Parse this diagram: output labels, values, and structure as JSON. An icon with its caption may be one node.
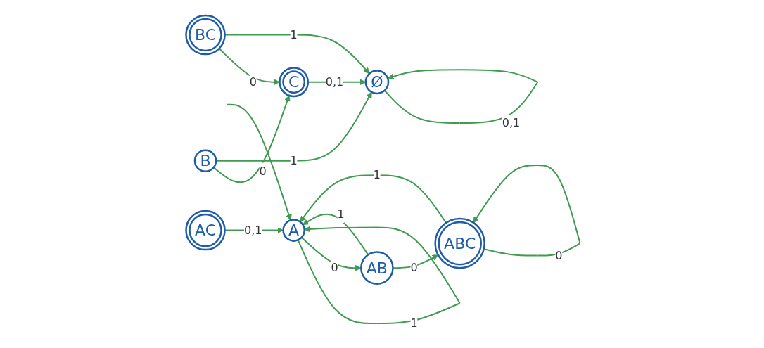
{
  "diagram": {
    "nodes": [
      {
        "text": [
          "A"
        ]
      },
      {
        "text": [
          "AB"
        ]
      },
      {
        "text": [
          "ABC"
        ]
      },
      {
        "text": [
          "AC"
        ]
      },
      {
        "text": [
          "B"
        ]
      },
      {
        "text": [
          "C"
        ]
      },
      {
        "text": [
          "BC"
        ]
      },
      {
        "text": [
          "Ø"
        ]
      }
    ],
    "edges": [
      {
        "from": 0,
        "to": 0,
        "label": "1",
        "arrow": "to"
      },
      {
        "from": 1,
        "to": 0,
        "label": "1",
        "arrow": "to"
      },
      {
        "from": 2,
        "to": 0,
        "label": "1",
        "arrow": "to"
      },
      {
        "from": 0,
        "to": 1,
        "label": "0",
        "arrow": "to"
      },
      {
        "from": 1,
        "to": 2,
        "label": "0",
        "arrow": "to"
      },
      {
        "from": 2,
        "to": 2,
        "label": "0",
        "arrow": "to"
      },
      {
        "from": 3,
        "to": 0,
        "label": "0,1",
        "arrow": "to"
      },
      {
        "from": 4,
        "to": 5,
        "label": "0",
        "arrow": "to"
      },
      {
        "from": 6,
        "to": 5,
        "label": "0",
        "arrow": "to"
      },
      {
        "from": 4,
        "to": 7,
        "label": "1",
        "arrow": "to"
      },
      {
        "from": 5,
        "to": 7,
        "label": "0,1",
        "arrow": "to"
      },
      {
        "from": 6,
        "to": 7,
        "label": "1",
        "arrow": "to"
      },
      {
        "from": 7,
        "to": 7,
        "label": "0,1",
        "arrow": "to"
      },
      {
        "from": null,
        "to": 0,
        "arrow": "to"
      }
    ]
  }
}
